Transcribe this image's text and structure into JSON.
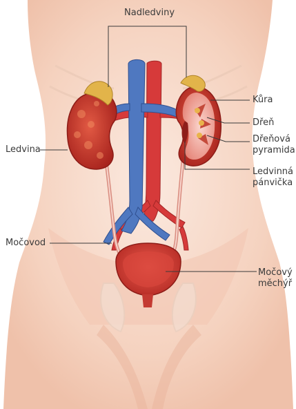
{
  "labels": {
    "adrenal_glands": "Nadledviny",
    "cortex": "Kůra",
    "medulla": "Dřeň",
    "pyramid_1": "Dřeňová",
    "pyramid_2": "pyramida",
    "kidney": "Ledvina",
    "pelvis_1": "Ledvinná",
    "pelvis_2": "pánvička",
    "ureter": "Močovod",
    "bladder_1": "Močový",
    "bladder_2": "měchýř"
  },
  "colors": {
    "skin": "#f6d8c6",
    "skin_shadow": "#eab39c",
    "kidney": "#c8352c",
    "vein": "#4f78c0",
    "artery": "#d63a3a",
    "adrenal": "#e2b44a",
    "leader_line": "#3a3a3a",
    "label_text": "#3a3a3a"
  }
}
